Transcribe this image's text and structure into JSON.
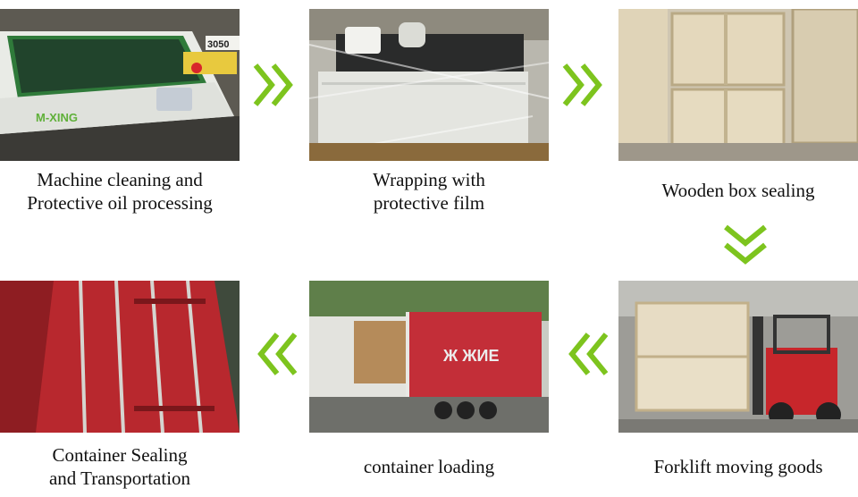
{
  "steps": [
    {
      "id": "cleaning",
      "line1": "Machine cleaning and",
      "line2": "Protective oil processing",
      "brand_text": "M-XING",
      "model_text": "3050"
    },
    {
      "id": "wrapping",
      "line1": "Wrapping with",
      "line2": "protective film"
    },
    {
      "id": "boxing",
      "line1": "Wooden box sealing"
    },
    {
      "id": "forklift",
      "line1": "Forklift moving goods"
    },
    {
      "id": "loading",
      "line1": "container loading",
      "container_text": "Ж ЖИЕ"
    },
    {
      "id": "sealing",
      "line1": "Container Sealing",
      "line2": "and Transportation"
    }
  ],
  "colors": {
    "arrow": "#7dc41e",
    "text": "#111111"
  }
}
